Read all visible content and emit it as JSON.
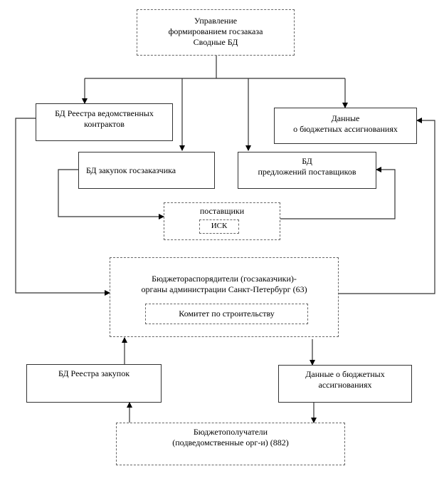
{
  "nodes": {
    "management": {
      "lines": [
        "Управление",
        "формированием  госзаказа",
        "Сводные  БД"
      ]
    },
    "registry_contracts": {
      "lines": [
        "БД Реестра ведомственных",
        "контрактов"
      ]
    },
    "budget_data_top": {
      "lines": [
        "Данные",
        "о бюджетных  ассигнованиях"
      ]
    },
    "purchases_db": {
      "lines": [
        "БД закупок госзаказчика"
      ]
    },
    "supplier_offers_db": {
      "lines": [
        "БД",
        "предложений поставщиков"
      ]
    },
    "suppliers": {
      "label": "поставщики",
      "inner": "ИСК"
    },
    "budget_managers": {
      "lines": [
        "Бюджетораспорядители (госзаказчики)-",
        "органы  администрации Санкт-Петербург  (63)"
      ],
      "inner": "Комитет по строительству"
    },
    "purchase_registry": {
      "lines": [
        "БД Реестра  закупок"
      ]
    },
    "budget_data_bottom": {
      "lines": [
        "Данные о бюджетных",
        "ассигнованиях"
      ]
    },
    "budget_recipients": {
      "lines": [
        "Бюджетополучатели",
        "(подведомственные орг-и) (882)"
      ]
    }
  }
}
